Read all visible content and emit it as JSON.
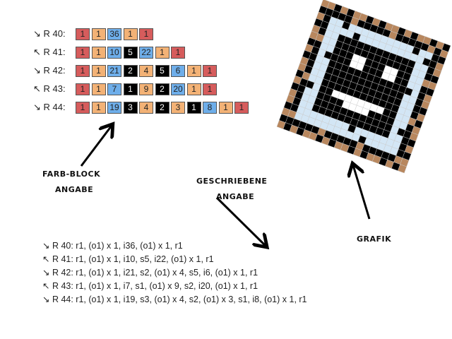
{
  "colors": {
    "r": "#d65c5c",
    "o": "#f3b276",
    "b": "#6eaeea",
    "k": "#000000",
    "tan": "#b8875e",
    "lightblue": "#d3e6f5"
  },
  "block_rows": [
    {
      "label": "↘ R 40:",
      "blocks": [
        [
          "r",
          "1"
        ],
        [
          "o",
          "1"
        ],
        [
          "b",
          "36"
        ],
        [
          "o",
          "1"
        ],
        [
          "r",
          "1"
        ]
      ]
    },
    {
      "label": "↖ R 41:",
      "blocks": [
        [
          "r",
          "1"
        ],
        [
          "o",
          "1"
        ],
        [
          "b",
          "10"
        ],
        [
          "k",
          "5"
        ],
        [
          "b",
          "22"
        ],
        [
          "o",
          "1"
        ],
        [
          "r",
          "1"
        ]
      ]
    },
    {
      "label": "↘ R 42:",
      "blocks": [
        [
          "r",
          "1"
        ],
        [
          "o",
          "1"
        ],
        [
          "b",
          "21"
        ],
        [
          "k",
          "2"
        ],
        [
          "o",
          "4"
        ],
        [
          "k",
          "5"
        ],
        [
          "b",
          "6"
        ],
        [
          "o",
          "1"
        ],
        [
          "r",
          "1"
        ]
      ]
    },
    {
      "label": "↖ R 43:",
      "blocks": [
        [
          "r",
          "1"
        ],
        [
          "o",
          "1"
        ],
        [
          "b",
          "7"
        ],
        [
          "k",
          "1"
        ],
        [
          "o",
          "9"
        ],
        [
          "k",
          "2"
        ],
        [
          "b",
          "20"
        ],
        [
          "o",
          "1"
        ],
        [
          "r",
          "1"
        ]
      ]
    },
    {
      "label": "↘ R 44:",
      "blocks": [
        [
          "r",
          "1"
        ],
        [
          "o",
          "1"
        ],
        [
          "b",
          "19"
        ],
        [
          "k",
          "3"
        ],
        [
          "o",
          "4"
        ],
        [
          "k",
          "2"
        ],
        [
          "o",
          "3"
        ],
        [
          "k",
          "1"
        ],
        [
          "b",
          "8"
        ],
        [
          "o",
          "1"
        ],
        [
          "r",
          "1"
        ]
      ]
    }
  ],
  "labels": {
    "farb1": "FARB-BLOCK",
    "farb2": "ANGABE",
    "geschr1": "GESCHRIEBENE",
    "geschr2": "ANGABE",
    "grafik": "GRAFIK"
  },
  "written_rows": [
    "↘ R 40: r1, (o1) x 1, i36, (o1) x 1, r1",
    "↖ R 41: r1, (o1) x 1, i10, s5, i22, (o1) x 1, r1",
    "↘ R 42: r1, (o1) x 1, i21, s2, (o1) x 4, s5, i6, (o1) x 1, r1",
    "↖ R 43: r1, (o1) x 1, i7, s1, (o1) x 9, s2, i20, (o1) x 1, r1",
    "↘ R 44: r1, (o1) x 1, i19, s3, (o1) x 4, s2, (o1) x 3, s1, i8, (o1) x 1, r1"
  ]
}
